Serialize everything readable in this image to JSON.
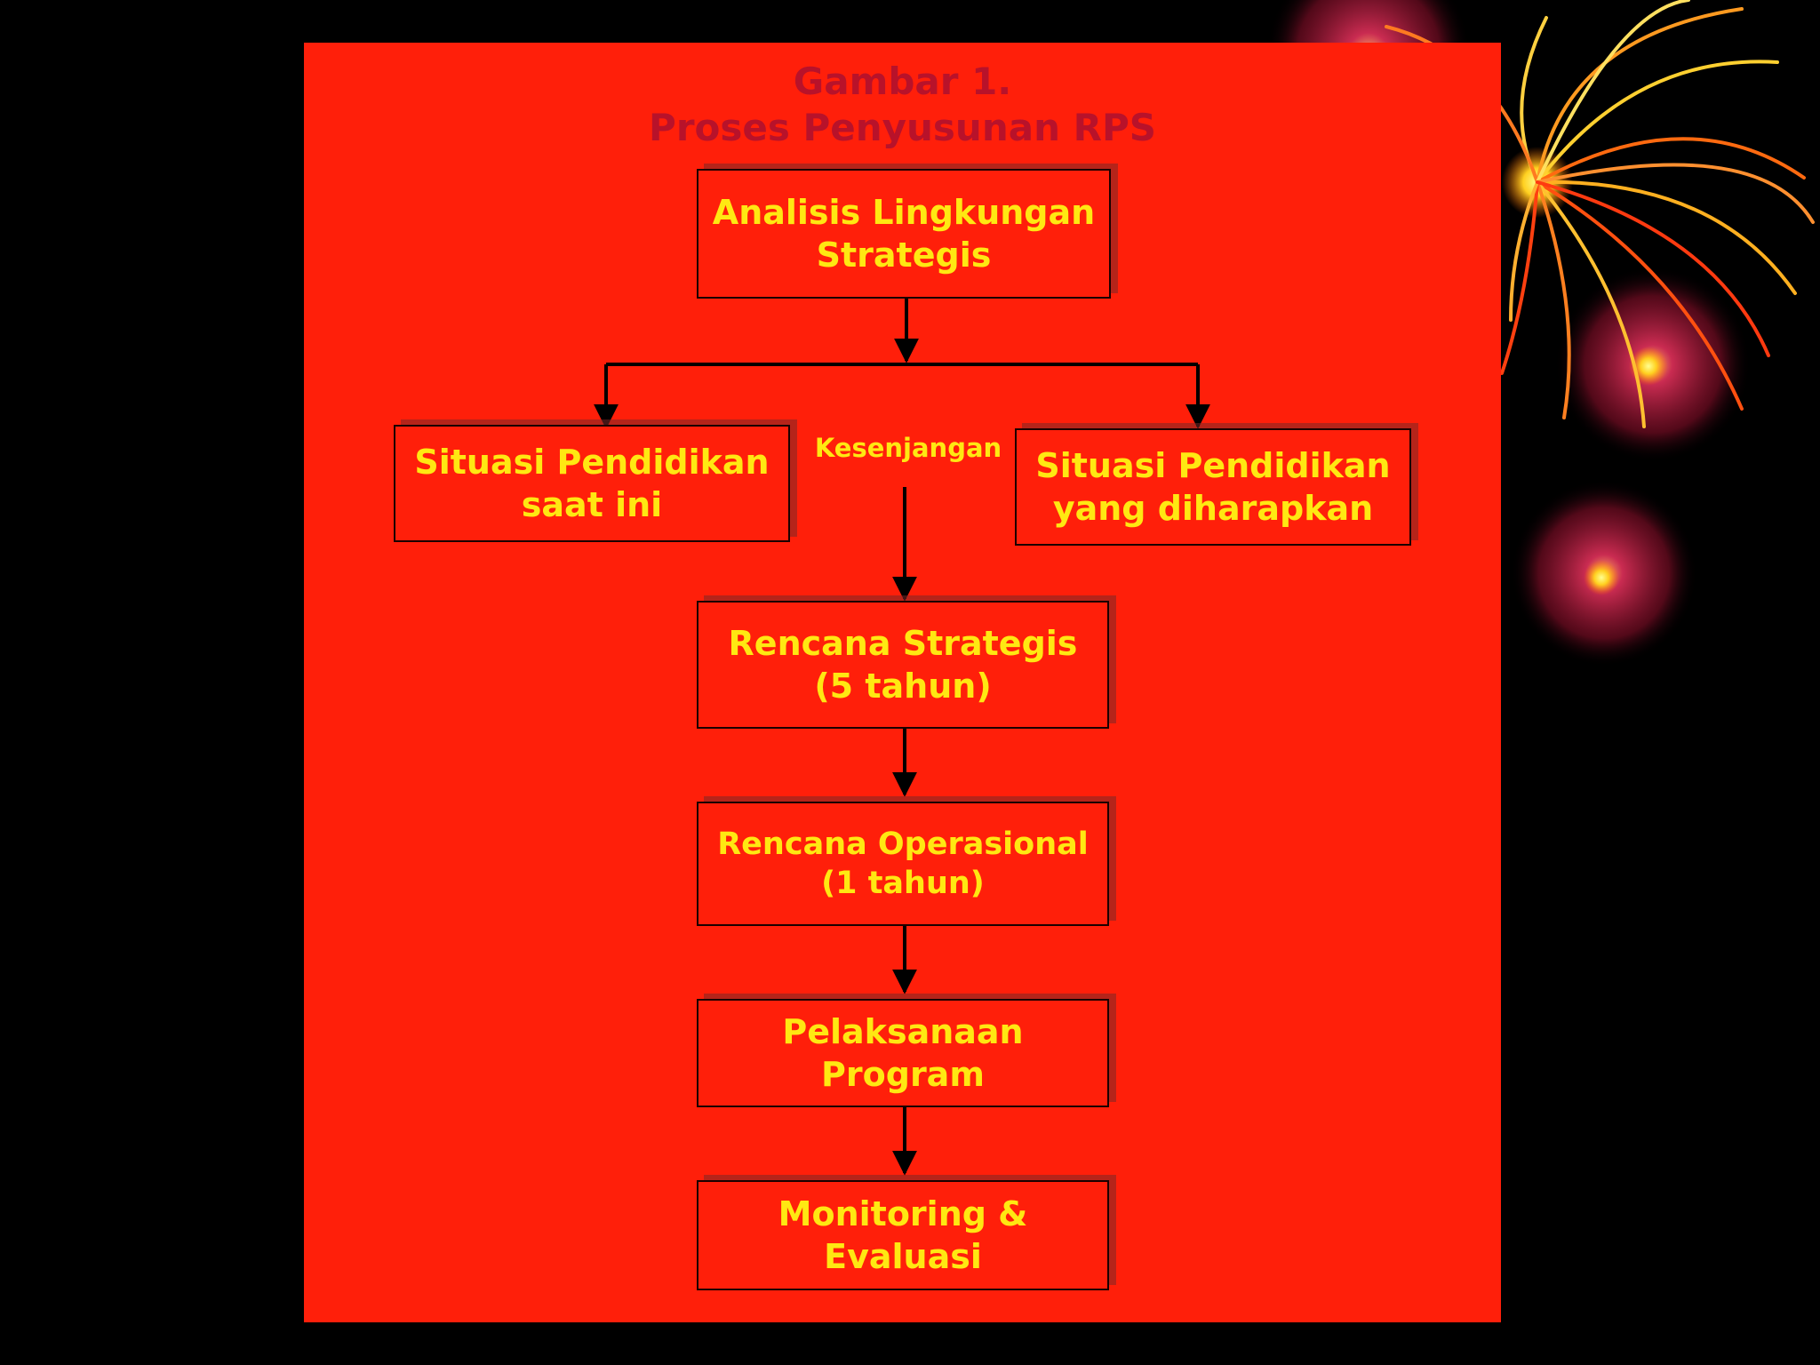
{
  "title": {
    "line1": "Gambar 1.",
    "line2": "Proses Penyusunan RPS"
  },
  "nodes": {
    "analysis": {
      "line1": "Analisis Lingkungan",
      "line2": "Strategis"
    },
    "current": {
      "line1": "Situasi Pendidikan",
      "line2": "saat ini"
    },
    "expected": {
      "line1": "Situasi Pendidikan",
      "line2": "yang diharapkan"
    },
    "strategic_plan": {
      "line1": "Rencana Strategis",
      "line2": "(5 tahun)"
    },
    "operational_plan": {
      "line1": "Rencana Operasional",
      "line2": "(1 tahun)"
    },
    "implementation": {
      "line1": "Pelaksanaan",
      "line2": "Program"
    },
    "monitoring": {
      "line1": "Monitoring &",
      "line2": "Evaluasi"
    }
  },
  "gap_label": "Kesenjangan",
  "colors": {
    "background": "#000000",
    "panel": "#ff1f0a",
    "title": "#b8122a",
    "box_text": "#ffe812",
    "connector": "#000000"
  }
}
